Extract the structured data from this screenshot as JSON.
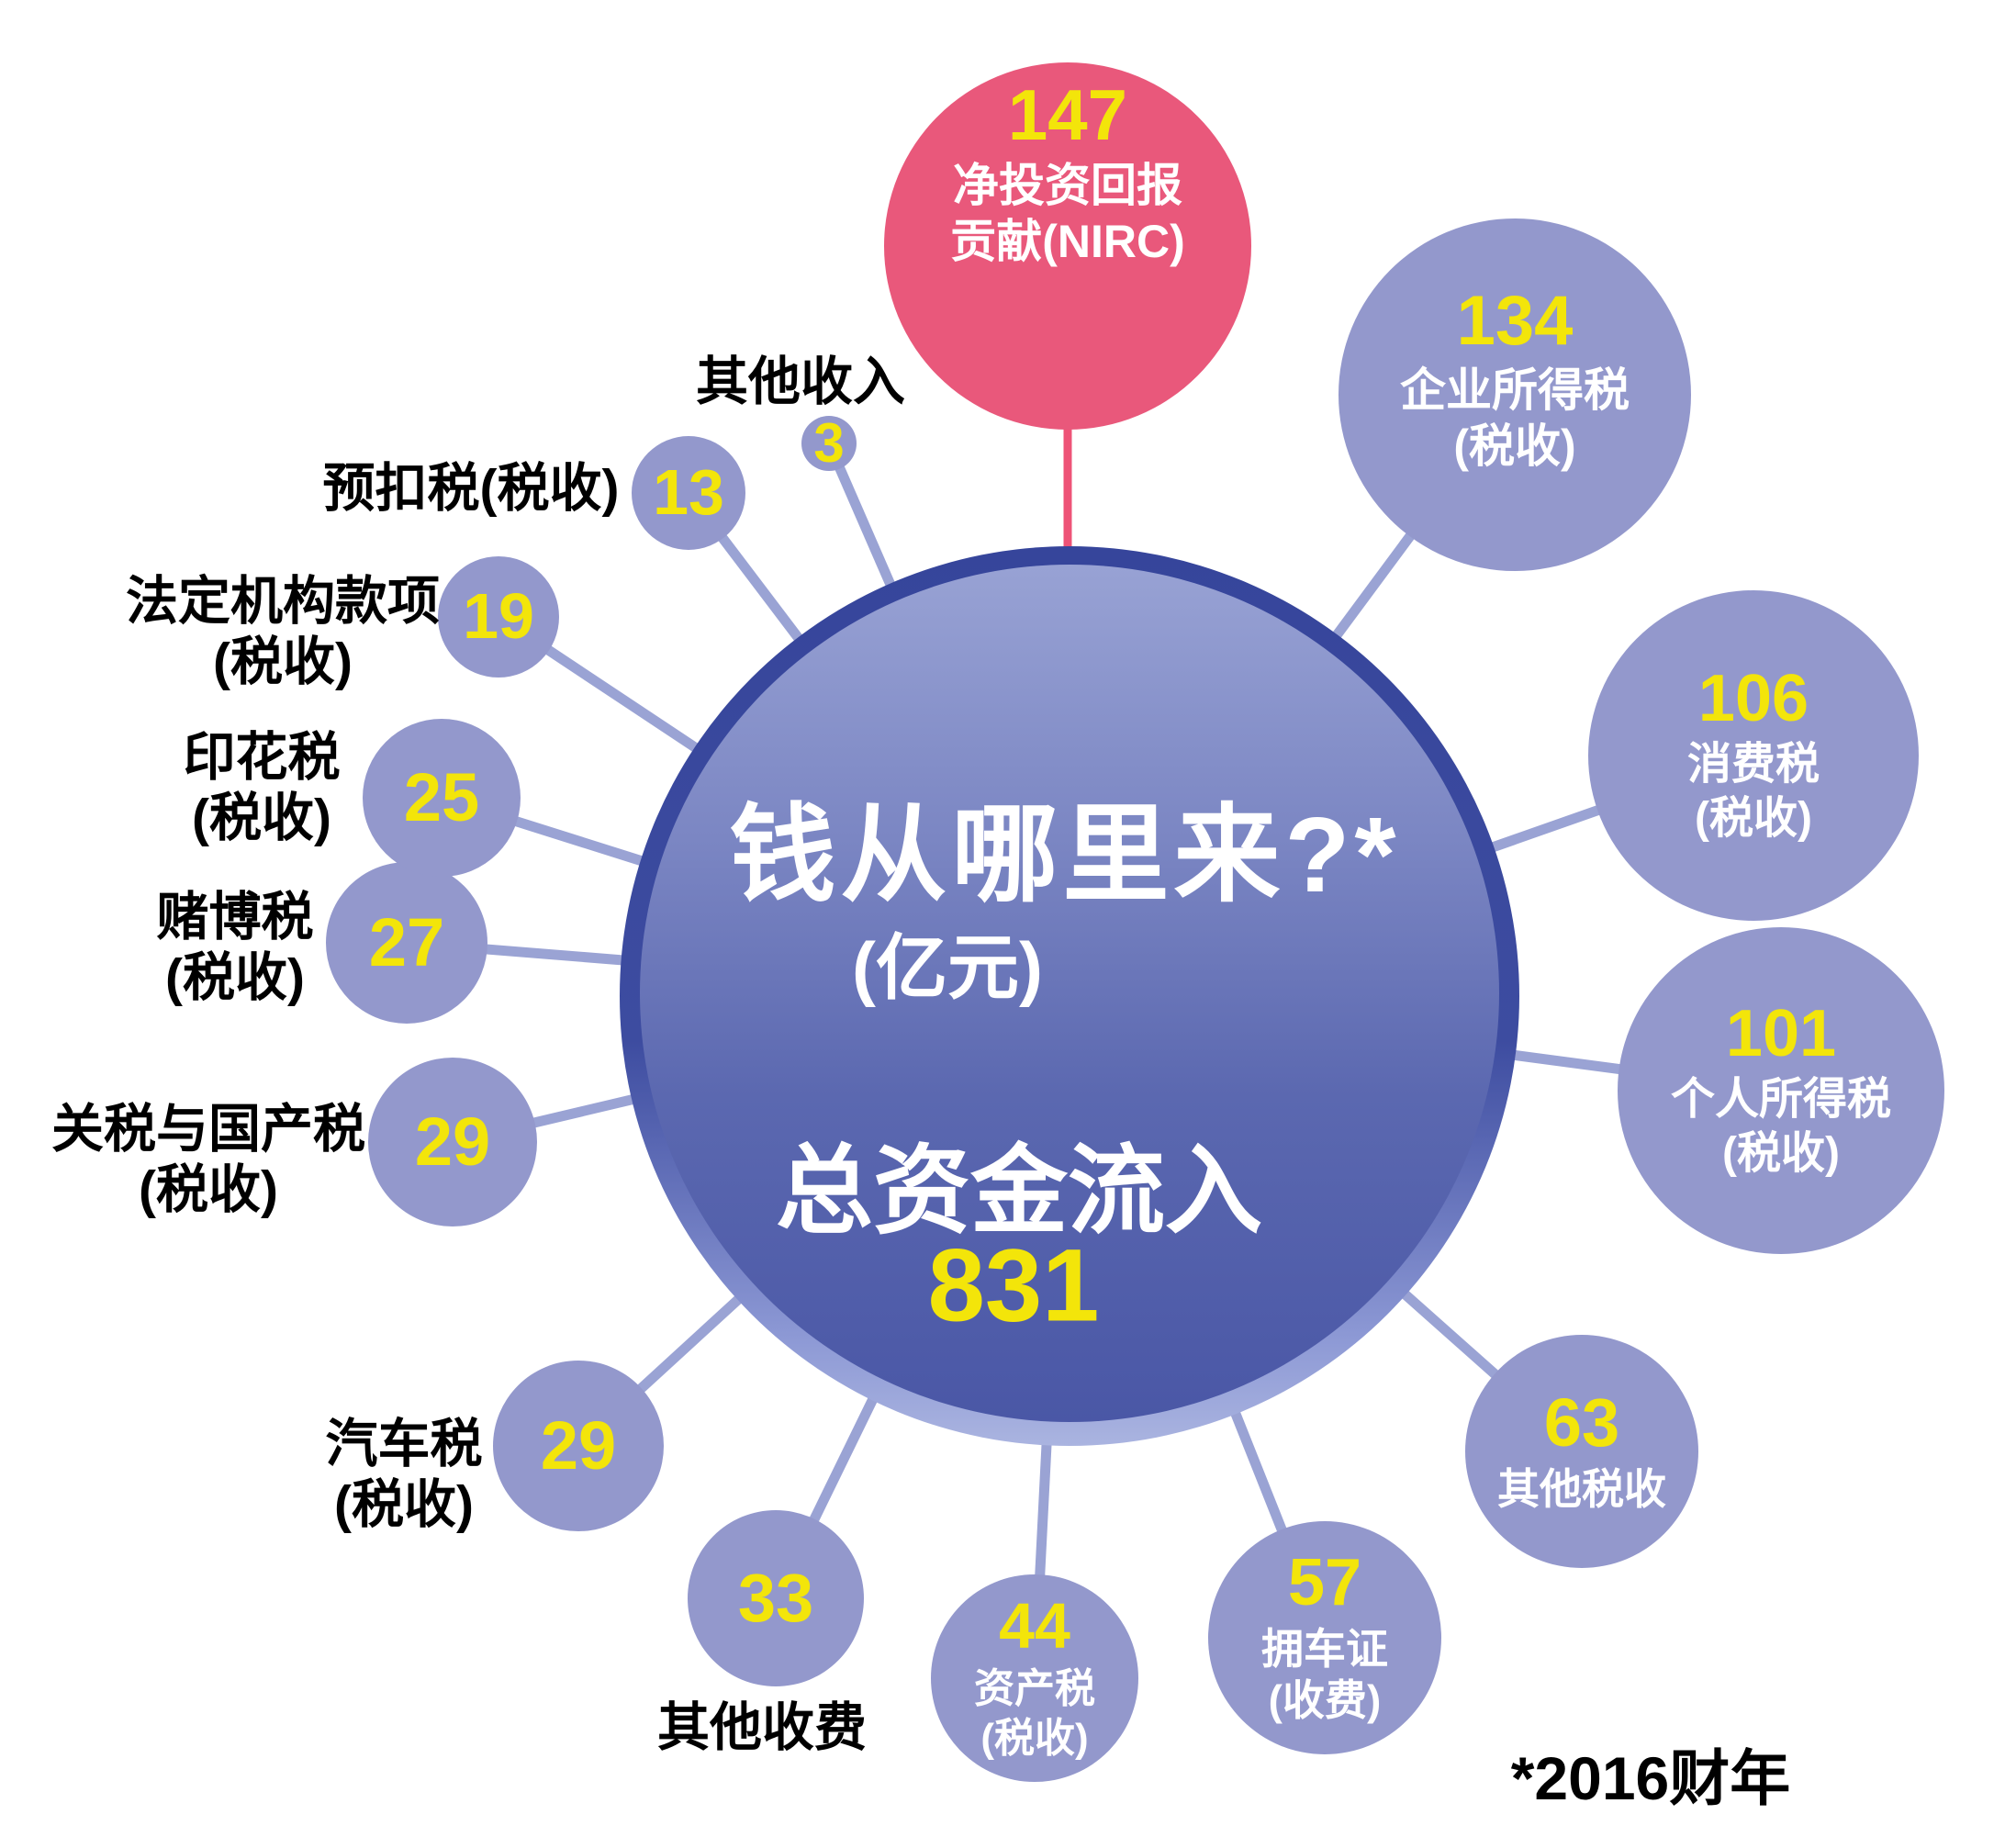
{
  "center_bubble": {
    "title": "钱从哪里来?*",
    "unit": "(亿元)",
    "label": "总资金流入",
    "value": "831"
  },
  "footnote": "*2016财年",
  "colors": {
    "satellite_bubble": "#9398CC",
    "nirc_bubble": "#E9587B",
    "number_yellow": "#F3E50A",
    "connector_purple": "#9AA3D4",
    "connector_pink": "#EE5377",
    "center_ring_navy": "#36459B",
    "center_fill_top": "#98A2D4",
    "center_fill_bottom": "#4A57A6",
    "outside_label_black": "#000000"
  },
  "nodes": [
    {
      "id": "nirc",
      "value": "147",
      "inside1": "净投资回报",
      "inside2": "贡献(NIRC)"
    },
    {
      "id": "corporate-income-tax",
      "value": "134",
      "inside1": "企业所得税",
      "inside2": "(税收)"
    },
    {
      "id": "gst",
      "value": "106",
      "inside1": "消费税",
      "inside2": "(税收)"
    },
    {
      "id": "personal-income-tax",
      "value": "101",
      "inside1": "个人所得税",
      "inside2": "(税收)"
    },
    {
      "id": "other-taxes",
      "value": "63",
      "inside1": "其他税收"
    },
    {
      "id": "coe",
      "value": "57",
      "inside1": "拥车证",
      "inside2": "(收费)"
    },
    {
      "id": "asset-taxes",
      "value": "44",
      "inside1": "资产税",
      "inside2": "(税收)"
    },
    {
      "id": "other-fees",
      "value": "33",
      "outside1": "其他收费"
    },
    {
      "id": "vehicle-taxes",
      "value": "29",
      "outside1": "汽车税",
      "outside2": "(税收)"
    },
    {
      "id": "customs-excise",
      "value": "29",
      "outside1": "关税与国产税",
      "outside2": "(税收)"
    },
    {
      "id": "betting-taxes",
      "value": "27",
      "outside1": "赌博税",
      "outside2": "(税收)"
    },
    {
      "id": "stamp-duty",
      "value": "25",
      "outside1": "印花税",
      "outside2": "(税收)"
    },
    {
      "id": "statutory-boards",
      "value": "19",
      "outside1": "法定机构款项",
      "outside2": "(税收)"
    },
    {
      "id": "withholding-tax",
      "value": "13",
      "outside1": "预扣税(税收)"
    },
    {
      "id": "other-income",
      "value": "3",
      "outside1": "其他收入"
    }
  ],
  "chart_data": {
    "type": "bubble",
    "title": "钱从哪里来?*",
    "unit": "亿元",
    "total_label": "总资金流入",
    "total": 831,
    "footnote": "*2016财年",
    "layout": "radial bubbles around central total circle, bubble size proportional to value",
    "items": [
      {
        "label": "净投资回报贡献(NIRC)",
        "value": 147,
        "highlight": true
      },
      {
        "label": "企业所得税",
        "category": "税收",
        "value": 134
      },
      {
        "label": "消费税",
        "category": "税收",
        "value": 106
      },
      {
        "label": "个人所得税",
        "category": "税收",
        "value": 101
      },
      {
        "label": "其他税收",
        "value": 63
      },
      {
        "label": "拥车证",
        "category": "收费",
        "value": 57
      },
      {
        "label": "资产税",
        "category": "税收",
        "value": 44
      },
      {
        "label": "其他收费",
        "value": 33
      },
      {
        "label": "汽车税",
        "category": "税收",
        "value": 29
      },
      {
        "label": "关税与国产税",
        "category": "税收",
        "value": 29
      },
      {
        "label": "赌博税",
        "category": "税收",
        "value": 27
      },
      {
        "label": "印花税",
        "category": "税收",
        "value": 25
      },
      {
        "label": "法定机构款项",
        "category": "税收",
        "value": 19
      },
      {
        "label": "预扣税",
        "category": "税收",
        "value": 13
      },
      {
        "label": "其他收入",
        "value": 3
      }
    ]
  }
}
